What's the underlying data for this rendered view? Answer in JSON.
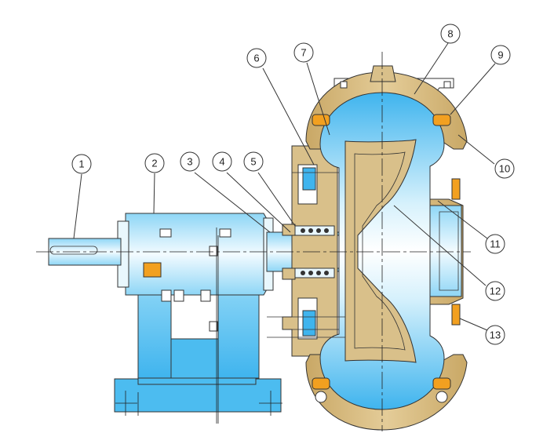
{
  "diagram": {
    "callouts": [
      {
        "id": "1",
        "label": "1"
      },
      {
        "id": "2",
        "label": "2"
      },
      {
        "id": "3",
        "label": "3"
      },
      {
        "id": "4",
        "label": "4"
      },
      {
        "id": "5",
        "label": "5"
      },
      {
        "id": "6",
        "label": "6"
      },
      {
        "id": "7",
        "label": "7"
      },
      {
        "id": "8",
        "label": "8"
      },
      {
        "id": "9",
        "label": "9"
      },
      {
        "id": "10",
        "label": "10"
      },
      {
        "id": "11",
        "label": "11"
      },
      {
        "id": "12",
        "label": "12"
      },
      {
        "id": "13",
        "label": "13"
      }
    ],
    "colors": {
      "casing": "#d9c08a",
      "blue": "#3fb4ee",
      "blue_light": "#c8ecfb",
      "frame": "#4cbcf0",
      "gasket": "#f2a020",
      "outline": "#333333"
    }
  }
}
